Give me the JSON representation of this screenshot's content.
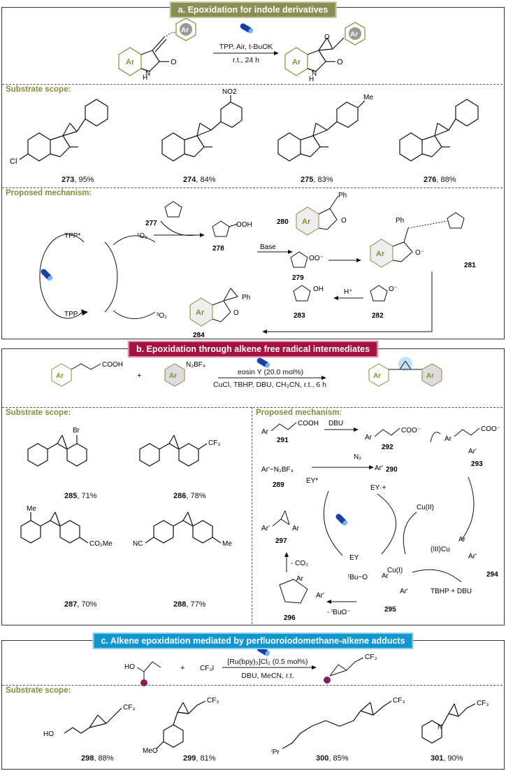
{
  "panel_a": {
    "title": "a. Epoxidation for indole derivatives",
    "ar": "Ar",
    "nh": "NH",
    "o": "O",
    "h": "H",
    "cond_top": "TPP, Air, t-BuOK",
    "cond_bottom": "r.t., 24 h",
    "scope_header": "Substrate scope:",
    "scope": [
      {
        "id": "273",
        "yield": ", 95%",
        "sub": "Cl"
      },
      {
        "id": "274",
        "yield": ", 84%",
        "sub": "NO2"
      },
      {
        "id": "275",
        "yield": ", 83%",
        "sub": "Me"
      },
      {
        "id": "276",
        "yield": ", 88%",
        "sub": ""
      }
    ],
    "mech_header": "Proposed mechanism:",
    "mech": {
      "tpp_star": "TPP*",
      "tpp": "TPP",
      "o2_singlet": "¹O₂",
      "o2_triplet": "³O₂",
      "c277": "277",
      "c278": "278",
      "c279": "279",
      "c280": "280",
      "c281": "281",
      "c282": "282",
      "c283": "283",
      "c284": "284",
      "base": "Base",
      "hplus": "H⁺",
      "ooh": "OOH",
      "oo_minus": "OO⁻",
      "oh": "OH",
      "o_minus": "O⁻",
      "ph": "Ph"
    }
  },
  "panel_b": {
    "title": "b. Epoxidation through alkene free radical intermediates",
    "cooh": "COOH",
    "n2bf4": "N₂BF₄",
    "plus": "+",
    "cond_top": "eosin Y (20.0 mol%)",
    "cond_bottom": "CuCl, TBHP, DBU, CH₃CN, r.t., 6 h",
    "scope_header": "Substrate scope:",
    "scope": [
      {
        "id": "285",
        "yield": ", 71%",
        "sub": "Br"
      },
      {
        "id": "286",
        "yield": ", 78%",
        "sub": "CF₃"
      },
      {
        "id": "287",
        "yield": ", 70%",
        "sub": "CO₂Me",
        "sub2": "Me"
      },
      {
        "id": "288",
        "yield": ", 77%",
        "sub": "Me",
        "sub2": "NC"
      }
    ],
    "mech_header": "Proposed mechanism:",
    "mech": {
      "ar": "Ar",
      "arp": "Ar'",
      "c289": "289",
      "c290": "290",
      "c291": "291",
      "c292": "292",
      "c293": "293",
      "c294": "294",
      "c295": "295",
      "c296": "296",
      "c297": "297",
      "dbu": "DBU",
      "n2": "N₂",
      "ey_star": "EY*",
      "ey_rad": "EY·+",
      "ey": "EY",
      "cu2": "Cu(II)",
      "cu1": "Cu(I)",
      "cu3": "(III)Cu",
      "co2": "- CO₂",
      "tbuo": "- ᵗBuO⁻",
      "tbhp": "TBHP + DBU",
      "tbuo_o": "ᵗBu−O",
      "coo": "COO⁻",
      "arn2": "Ar'−N₂BF₄"
    }
  },
  "panel_c": {
    "title": "c. Alkene epoxidation mediated by perfluoroiodomethane-alkene adducts",
    "ho": "HO",
    "plus": "+",
    "cf3i": "CF₃I",
    "cf3": "CF₃",
    "cond_top": "[Ru(bpy)₃]Cl₂ (0.5 mol%)",
    "cond_bottom": "DBU, MeCN, r.t.",
    "scope_header": "Substrate scope:",
    "scope": [
      {
        "id": "298",
        "yield": ", 88%",
        "sub": "HO"
      },
      {
        "id": "299",
        "yield": ", 81%",
        "sub": "MeO"
      },
      {
        "id": "300",
        "yield": ", 85%",
        "sub": "ⁱPr"
      },
      {
        "id": "301",
        "yield": ", 90%",
        "sub": "N"
      }
    ]
  }
}
